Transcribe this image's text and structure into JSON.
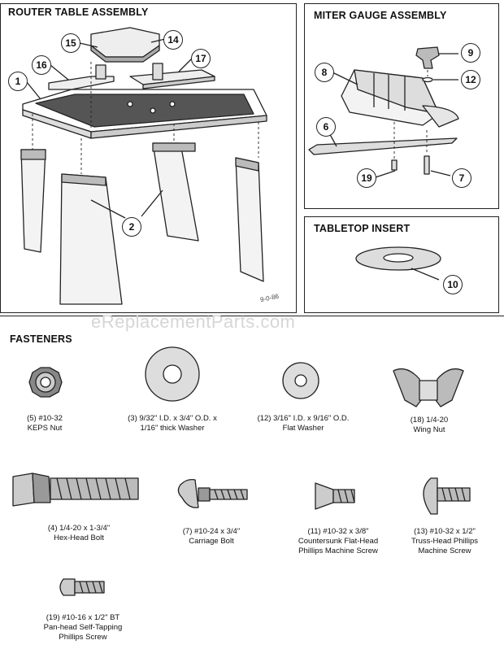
{
  "router_table": {
    "title": "ROUTER TABLE ASSEMBLY",
    "callouts": [
      "1",
      "2",
      "14",
      "15",
      "16",
      "17"
    ],
    "sketch_note": "9-0-86"
  },
  "miter_gauge": {
    "title": "MITER GAUGE ASSEMBLY",
    "callouts": [
      "6",
      "7",
      "8",
      "9",
      "12",
      "19"
    ]
  },
  "tabletop_insert": {
    "title": "TABLETOP INSERT",
    "callouts": [
      "10"
    ]
  },
  "fasteners": {
    "title": "FASTENERS",
    "items": [
      {
        "lines": [
          "(5) #10-32",
          "KEPS Nut"
        ],
        "icon": "keps-nut-icon"
      },
      {
        "lines": [
          "(3) 9/32\" I.D. x 3/4\" O.D. x",
          "1/16\" thick Washer"
        ],
        "icon": "washer-icon"
      },
      {
        "lines": [
          "(12) 3/16\" I.D. x 9/16\" O.D.",
          "Flat Washer"
        ],
        "icon": "flat-washer-icon"
      },
      {
        "lines": [
          "(18) 1/4-20",
          "Wing Nut"
        ],
        "icon": "wing-nut-icon"
      },
      {
        "lines": [
          "(4) 1/4-20 x 1-3/4\"",
          "Hex-Head Bolt"
        ],
        "icon": "hex-head-bolt-icon"
      },
      {
        "lines": [
          "(7) #10-24 x 3/4\"",
          "Carriage Bolt"
        ],
        "icon": "carriage-bolt-icon"
      },
      {
        "lines": [
          "(11) #10-32 x 3/8\"",
          "Countersunk Flat-Head",
          "Phillips Machine Screw"
        ],
        "icon": "countersunk-screw-icon"
      },
      {
        "lines": [
          "(13) #10-32 x 1/2\"",
          "Truss-Head Phillips",
          "Machine Screw"
        ],
        "icon": "truss-head-screw-icon"
      },
      {
        "lines": [
          "(19) #10-16 x 1/2\" BT",
          "Pan-head Self-Tapping",
          "Phillips Screw"
        ],
        "icon": "pan-head-screw-icon"
      }
    ]
  },
  "watermark": "eReplacementParts.com"
}
